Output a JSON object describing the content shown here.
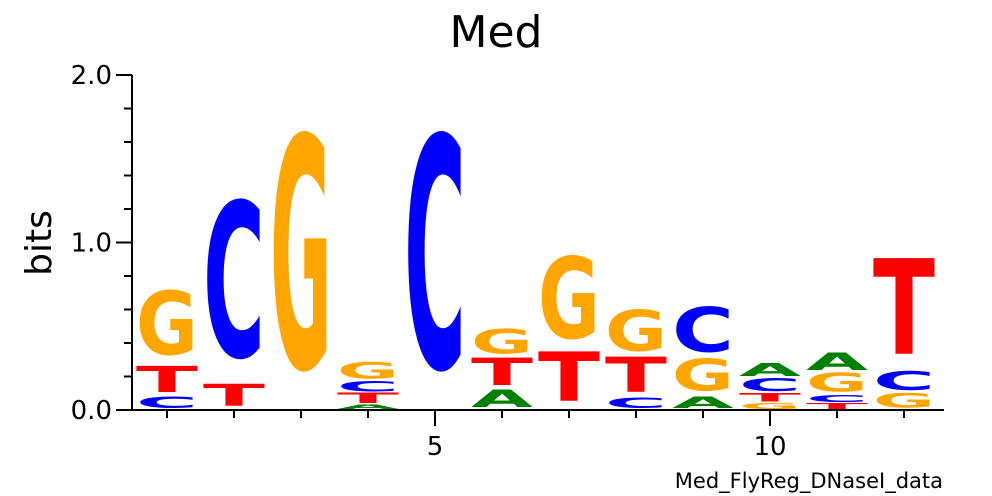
{
  "chart_data": {
    "type": "sequence-logo",
    "title": "Med",
    "ylabel": "bits",
    "caption": "Med_FlyReg_DNaseI_data",
    "ylim": [
      0,
      2
    ],
    "y_ticks": [
      {
        "value": 0,
        "label": "0.0"
      },
      {
        "value": 1,
        "label": "1.0"
      },
      {
        "value": 2,
        "label": "2.0"
      }
    ],
    "x_ticks": [
      {
        "value": 5,
        "label": "5"
      },
      {
        "value": 10,
        "label": "10"
      }
    ],
    "colors": {
      "A": "#008000",
      "C": "#0000ff",
      "G": "#ffa500",
      "T": "#ff0000"
    },
    "positions": [
      {
        "pos": 1,
        "stack": [
          {
            "letter": "C",
            "bits": 0.08
          },
          {
            "letter": "T",
            "bits": 0.18
          },
          {
            "letter": "G",
            "bits": 0.44
          }
        ]
      },
      {
        "pos": 2,
        "stack": [
          {
            "letter": "T",
            "bits": 0.15
          },
          {
            "letter": "C",
            "bits": 1.07
          }
        ]
      },
      {
        "pos": 3,
        "stack": [
          {
            "letter": "G",
            "bits": 1.6
          }
        ]
      },
      {
        "pos": 4,
        "stack": [
          {
            "letter": "A",
            "bits": 0.03
          },
          {
            "letter": "T",
            "bits": 0.07
          },
          {
            "letter": "C",
            "bits": 0.07
          },
          {
            "letter": "G",
            "bits": 0.11
          }
        ]
      },
      {
        "pos": 5,
        "stack": [
          {
            "letter": "C",
            "bits": 1.6
          }
        ]
      },
      {
        "pos": 6,
        "stack": [
          {
            "letter": "A",
            "bits": 0.12
          },
          {
            "letter": "T",
            "bits": 0.19
          },
          {
            "letter": "G",
            "bits": 0.17
          }
        ]
      },
      {
        "pos": 7,
        "stack": [
          {
            "letter": "T",
            "bits": 0.34
          },
          {
            "letter": "G",
            "bits": 0.56
          }
        ]
      },
      {
        "pos": 8,
        "stack": [
          {
            "letter": "C",
            "bits": 0.07
          },
          {
            "letter": "T",
            "bits": 0.24
          },
          {
            "letter": "G",
            "bits": 0.28
          }
        ]
      },
      {
        "pos": 9,
        "stack": [
          {
            "letter": "A",
            "bits": 0.08
          },
          {
            "letter": "G",
            "bits": 0.22
          },
          {
            "letter": "C",
            "bits": 0.31
          }
        ]
      },
      {
        "pos": 10,
        "stack": [
          {
            "letter": "G",
            "bits": 0.04
          },
          {
            "letter": "T",
            "bits": 0.06
          },
          {
            "letter": "C",
            "bits": 0.09
          },
          {
            "letter": "A",
            "bits": 0.09
          }
        ]
      },
      {
        "pos": 11,
        "stack": [
          {
            "letter": "T",
            "bits": 0.04
          },
          {
            "letter": "C",
            "bits": 0.05
          },
          {
            "letter": "G",
            "bits": 0.13
          },
          {
            "letter": "A",
            "bits": 0.12
          }
        ]
      },
      {
        "pos": 12,
        "stack": [
          {
            "letter": "G",
            "bits": 0.1
          },
          {
            "letter": "C",
            "bits": 0.13
          },
          {
            "letter": "T",
            "bits": 0.66
          }
        ]
      }
    ]
  }
}
